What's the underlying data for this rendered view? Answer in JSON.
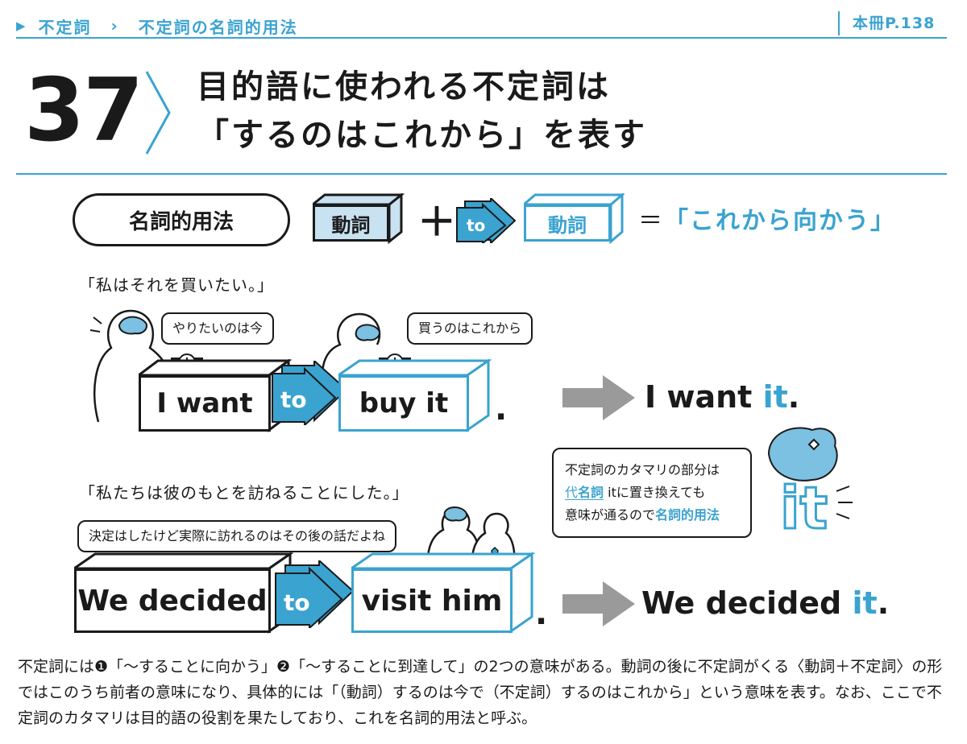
{
  "header": {
    "crumb_marker": "▶",
    "section": "不定詞",
    "separator": "›",
    "subsection": "不定詞の名詞的用法",
    "page_ref": "本冊P.138"
  },
  "lesson": {
    "number": "37",
    "title_line1": "目的語に使われる不定詞は",
    "title_line2": "「するのはこれから」を表す"
  },
  "formula": {
    "label": "名詞的用法",
    "verb1": "動詞",
    "plus": "＋",
    "to": "to",
    "verb2": "動詞",
    "equals": "＝",
    "result": "「これから向かう」"
  },
  "example1": {
    "japanese": "「私はそれを買いたい。」",
    "bubble_left": "やりたいのは今",
    "bubble_right": "買うのはこれから",
    "part1": "I want",
    "to": "to",
    "part2": "buy it",
    "period": ".",
    "result_main": "I want ",
    "result_hl": "it",
    "result_period": "."
  },
  "example2": {
    "japanese": "「私たちは彼のもとを訪ねることにした。」",
    "bubble": "決定はしたけど実際に訪れるのはその後の話だよね",
    "part1": "We decided",
    "to": "to",
    "part2": "visit him",
    "period": ".",
    "result_main": "We decided ",
    "result_hl": "it",
    "result_period": "."
  },
  "note": {
    "line1": "不定詞のカタマリの部分は",
    "line2_prefix": "代",
    "line2_ul": "名詞",
    "line2_mid": " it",
    "line2_suffix": "に置き換えても",
    "line3_prefix": "意味が通るので",
    "line3_hl": "名詞的用法",
    "it_mark": "it"
  },
  "explanation": "不定詞には❶「～することに向かう」❷「～することに到達して」の2つの意味がある。動詞の後に不定詞がくる〈動詞＋不定詞〉の形ではこのうち前者の意味になり、具体的には「（動詞）するのは今で（不定詞）するのはこれから」という意味を表す。なお、ここで不定詞のカタマリは目的語の役割を果たしており、これを名詞的用法と呼ぶ。",
  "colors": {
    "accent": "#3aa3d0",
    "accent_light": "#c8e2f1",
    "ink": "#1a1a1a",
    "arrow_gray": "#9a9a9a"
  }
}
